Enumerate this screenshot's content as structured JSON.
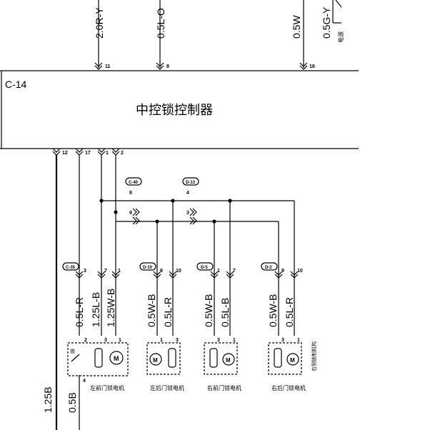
{
  "controller": {
    "connector_id": "C-14",
    "name": "中控锁控制器",
    "top_wires": [
      {
        "label": "2.0R-Y",
        "pin": "11"
      },
      {
        "label": "0.5L-O",
        "pin": "8"
      },
      {
        "label": "0.5W",
        "pin": "18"
      },
      {
        "label": "0.5G-Y",
        "pin": ""
      }
    ],
    "top_note": "电源",
    "bottom_pins": [
      "12",
      "17",
      "1",
      "2"
    ]
  },
  "junctions": [
    {
      "id": "C-40",
      "pins": [
        "8",
        "9"
      ]
    },
    {
      "id": "D-13",
      "pins": [
        "4",
        "3"
      ]
    }
  ],
  "motors": [
    {
      "connector": "C-35",
      "pins": [
        "3",
        "7",
        "1"
      ],
      "wires": [
        "0.5L-R",
        "1.25L-B",
        "1.25W-B"
      ],
      "inner_pins": [
        "2",
        "3",
        "1"
      ],
      "extra_pin": "4",
      "switch_label": "锁",
      "label": "左前门锁电机"
    },
    {
      "connector": "D-10",
      "pins": [
        "9",
        "10"
      ],
      "wires": [
        "0.5W-B",
        "0.5L-R"
      ],
      "inner_pins": [
        "1",
        "3"
      ],
      "label": "左后门锁电机"
    },
    {
      "connector": "D-5",
      "pins": [
        "1",
        "7"
      ],
      "wires": [
        "0.5W-B",
        "0.5L-B"
      ],
      "inner_pins": [
        "3",
        "1"
      ],
      "label": "右前门锁电机"
    },
    {
      "connector": "D-2",
      "pins": [
        "9",
        "10"
      ],
      "wires": [
        "0.5W-B",
        "0.5L-R"
      ],
      "inner_pins": [
        "3",
        "1"
      ],
      "label": "右后门锁电机",
      "side_label": "右侧锁制机构"
    }
  ],
  "ground_wires": [
    "1.25B",
    "0.5B"
  ]
}
